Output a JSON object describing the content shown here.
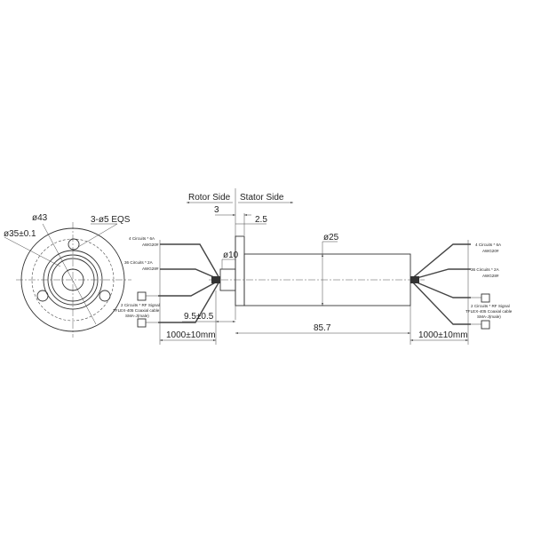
{
  "labels": {
    "rotor_side": "Rotor Side",
    "stator_side": "Stator Side",
    "dim_3": "3",
    "dim_2_5": "2.5",
    "dia_10": "ø10",
    "dia_25": "ø25",
    "dia_43": "ø43",
    "dia_35": "ø35±0.1",
    "holes": "3-ø5 EQS",
    "dim_9_5": "9.5±0.5",
    "dim_85_7": "85.7",
    "cable_left": "1000±10mm",
    "cable_right": "1000±10mm"
  },
  "cables": {
    "power_line1": "4 Circuits * 6A",
    "power_line2": "AWG20#",
    "signal_line1": "36 Circuits * 2A",
    "signal_line2": "AWG28#",
    "rf_line1": "2 Circuits * RF Signal",
    "rf_line2": "TFLEX-405 Coaxial cable",
    "rf_line3": "SMA-J(male)"
  }
}
